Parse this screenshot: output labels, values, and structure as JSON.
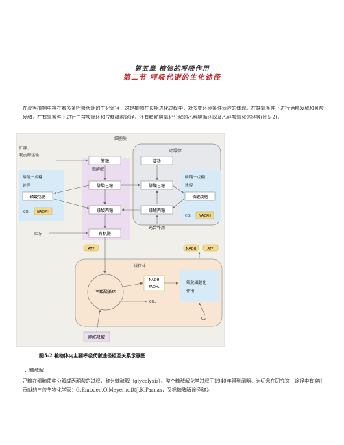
{
  "header": {
    "chapter": "第五章 植物的呼吸作用",
    "section": "第二节 呼吸代谢的生化途径"
  },
  "intro": "在高等植物中存在着多条呼吸代谢的生化途径，这是植物在长期进化过程中，对多变环境条件适应的体现。在缺氧条件下进行酒精发酵和乳酸发酵，在有氧条件下进行三羧酸循环和戊糖磷酸途径，还有脂肪酸氧化分解的乙醛酸循环以及乙醛酸氧化途径等(图5-2)。",
  "figure": {
    "cytoplasm": "细胞质",
    "chloroplast": "叶绿体",
    "mitochondria": "线粒体",
    "storage_transport": "贮存、\n韧皮部运输",
    "sucrose": "蔗糖",
    "glycolysis": "糖酵解",
    "ppp_left": "磷酸－戊糖\n途径",
    "pentose_phosphate": "磷酸戊糖",
    "hexose_phosphate": "磷酸己糖",
    "triose_phosphate": "磷酸丙糖",
    "starch": "淀粉",
    "photosynthesis": "光合作用",
    "ppp_right": "磷酸－戊糖\n途径",
    "co2": "CO₂",
    "nadph": "NADPH",
    "storage": "贮存",
    "organic_acid": "有机酸",
    "atp": "ATP",
    "nadh": "NADH",
    "tca_cycle": "三羧酸循环",
    "fadh2": "FADH₂",
    "oxidative_phosphorylation": "氧化磷酸化\n作用",
    "o2": "O₂",
    "lipid_degradation": "脂肪降解"
  },
  "caption": "图5-2  植物体内主要呼吸代谢途径相互关系示意图",
  "section_heading": "一、糖酵解",
  "section_body": "己糖在细胞质中分解成丙酮酸的过程，称为糖酵解（glycolysis）。整个糖酵解化学过程于1940年得到阐明。为纪念在研究这一途径中有突出贡献的三位生物化学家：G.Embden,O.Meyerhof和J.K.Parnas，又把糖酵解途径称为"
}
